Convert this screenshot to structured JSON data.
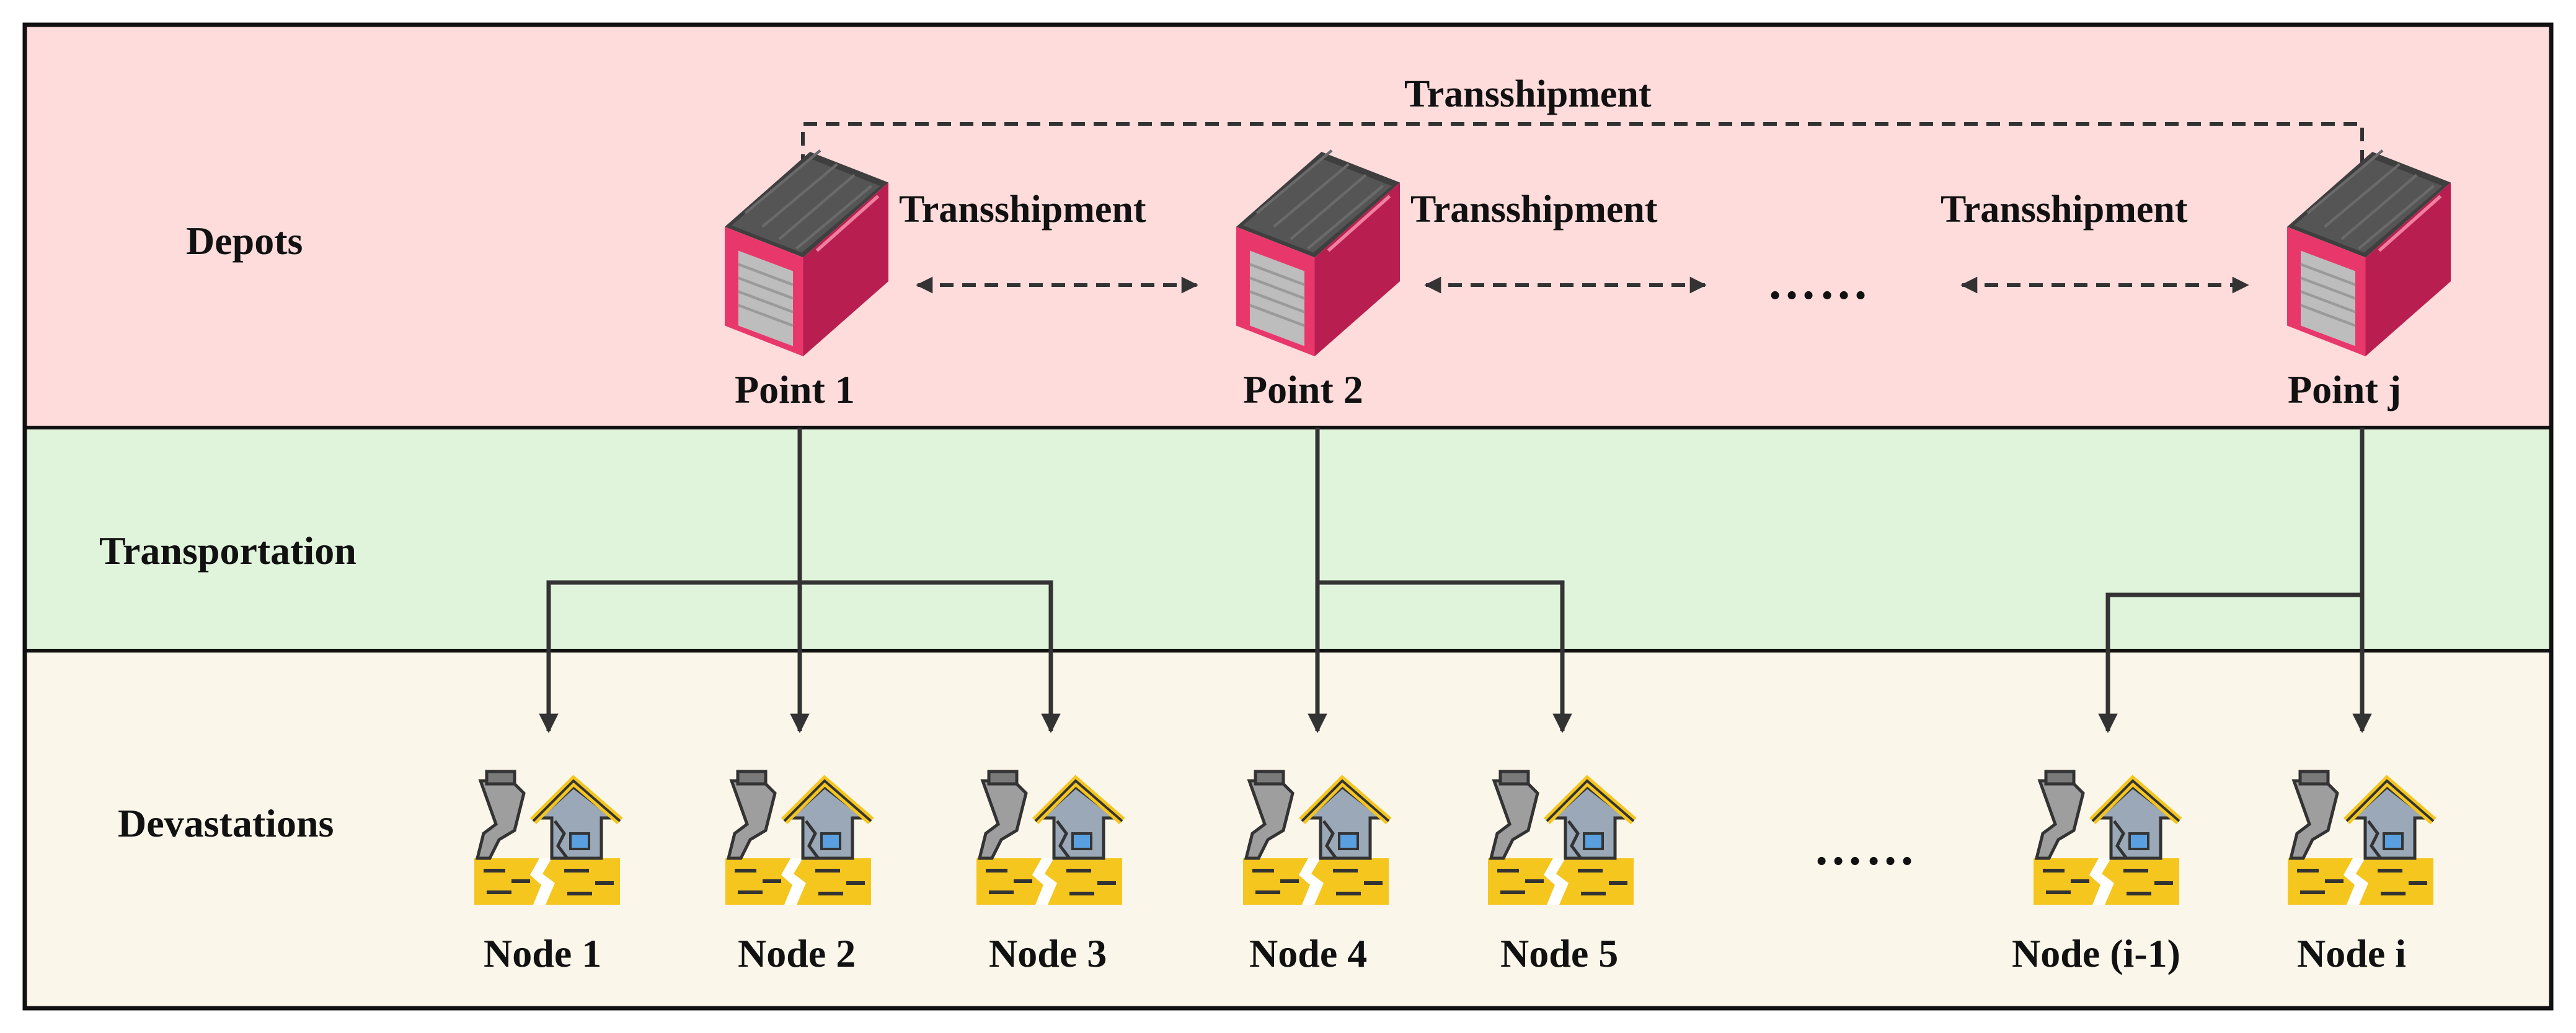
{
  "bands": {
    "depots": {
      "label": "Depots",
      "color": "#ffdcdc"
    },
    "transportation": {
      "label": "Transportation",
      "color": "#e0f4dc"
    },
    "devastations": {
      "label": "Devastations",
      "color": "#fbf6ea"
    }
  },
  "depots": [
    {
      "label": "Point 1"
    },
    {
      "label": "Point 2"
    },
    {
      "label": "Point j"
    }
  ],
  "nodes": [
    {
      "label": "Node 1"
    },
    {
      "label": "Node 2"
    },
    {
      "label": "Node 3"
    },
    {
      "label": "Node 4"
    },
    {
      "label": "Node 5"
    },
    {
      "label": "Node (i-1)"
    },
    {
      "label": "Node i"
    }
  ],
  "transshipment": {
    "top": "Transshipment",
    "link_1_2": "Transshipment",
    "link_2_next": "Transshipment",
    "link_prev_j": "Transshipment"
  },
  "ellipsis": "……",
  "colors": {
    "warehouse_wall": "#e8386b",
    "warehouse_roof": "#4a4a4a",
    "devastation_ground": "#f4c61e",
    "devastation_house": "#f4c61e"
  },
  "icons": {
    "depot": "warehouse-icon",
    "node": "earthquake-damage-icon"
  }
}
